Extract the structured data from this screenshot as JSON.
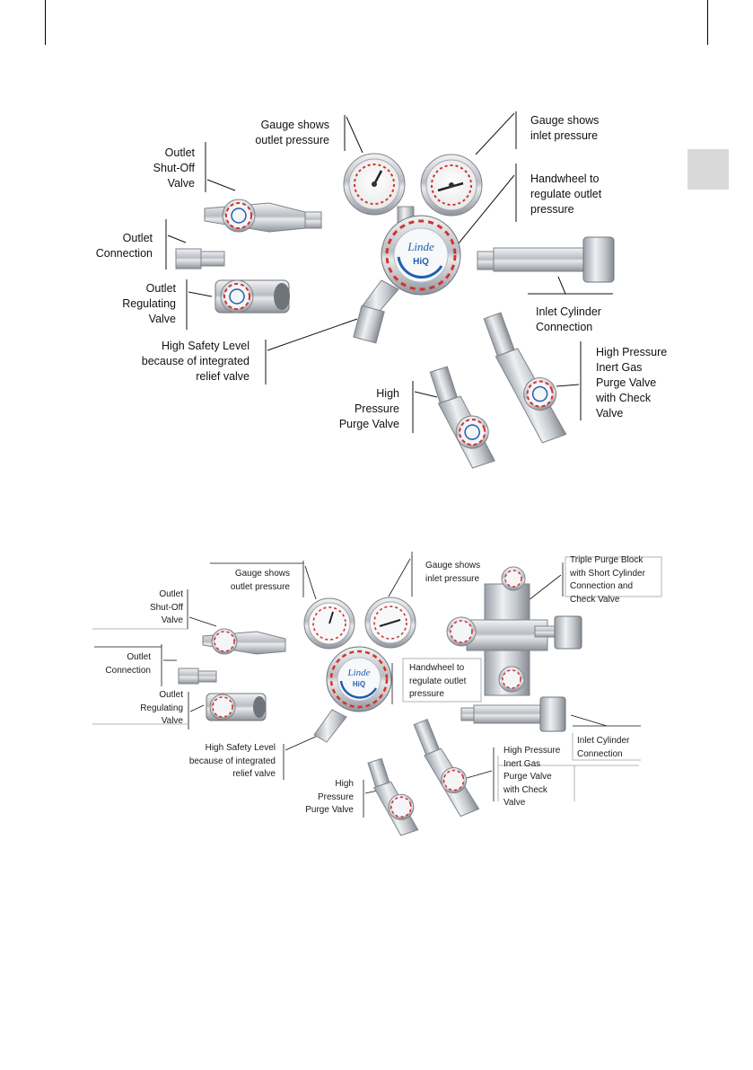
{
  "diagram1": {
    "labels": {
      "gauge_outlet": "Gauge shows\noutlet pressure",
      "gauge_inlet": "Gauge shows\ninlet pressure",
      "outlet_shutoff": "Outlet\nShut-Off\nValve",
      "handwheel": "Handwheel to\nregulate outlet\npressure",
      "outlet_connection": "Outlet\nConnection",
      "outlet_regulating": "Outlet\nRegulating\nValve",
      "inlet_cylinder": "Inlet Cylinder\nConnection",
      "high_safety": "High Safety Level\nbecause of integrated\nrelief valve",
      "hp_inert_purge": "High Pressure\nInert Gas\nPurge Valve\nwith Check\nValve",
      "hp_purge": "High\nPressure\nPurge Valve"
    },
    "brand": {
      "logo": "Linde",
      "model": "HiQ"
    }
  },
  "diagram2": {
    "labels": {
      "gauge_outlet": "Gauge shows\noutlet pressure",
      "gauge_inlet": "Gauge shows\ninlet pressure",
      "triple_purge": "Triple Purge Block\nwith Short Cylinder\nConnection and\nCheck Valve",
      "outlet_shutoff": "Outlet\nShut-Off\nValve",
      "outlet_connection": "Outlet\nConnection",
      "handwheel": "Handwheel to\nregulate outlet\npressure",
      "outlet_regulating": "Outlet\nRegulating\nValve",
      "inlet_cylinder": "Inlet Cylinder\nConnection",
      "high_safety": "High Safety Level\nbecause of integrated\nrelief valve",
      "hp_inert_purge": "High Pressure\nInert Gas\nPurge Valve\nwith Check\nValve",
      "hp_purge": "High\nPressure\nPurge Valve"
    },
    "brand": {
      "logo": "Linde",
      "model": "HiQ"
    }
  },
  "colors": {
    "chrome": "#c9ccd1",
    "chrome_dark": "#8f949b",
    "accent_red": "#d4322c",
    "brand_blue": "#1f5fae",
    "tab_gray": "#d9d9d9"
  }
}
